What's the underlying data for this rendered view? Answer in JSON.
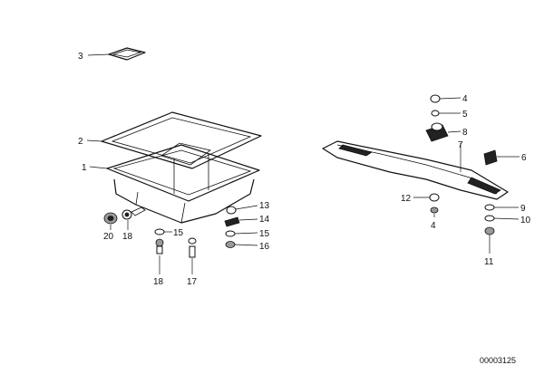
{
  "callouts": {
    "c1": "1",
    "c2": "2",
    "c3": "3",
    "c4a": "4",
    "c4b": "4",
    "c5": "5",
    "c6": "6",
    "c7": "7",
    "c8": "8",
    "c9": "9",
    "c10": "10",
    "c11": "11",
    "c12": "12",
    "c13": "13",
    "c14": "14",
    "c15a": "15",
    "c15b": "15",
    "c16": "16",
    "c17": "17",
    "c18a": "18",
    "c18b": "18",
    "c20": "20"
  },
  "reference_number": "00003125"
}
